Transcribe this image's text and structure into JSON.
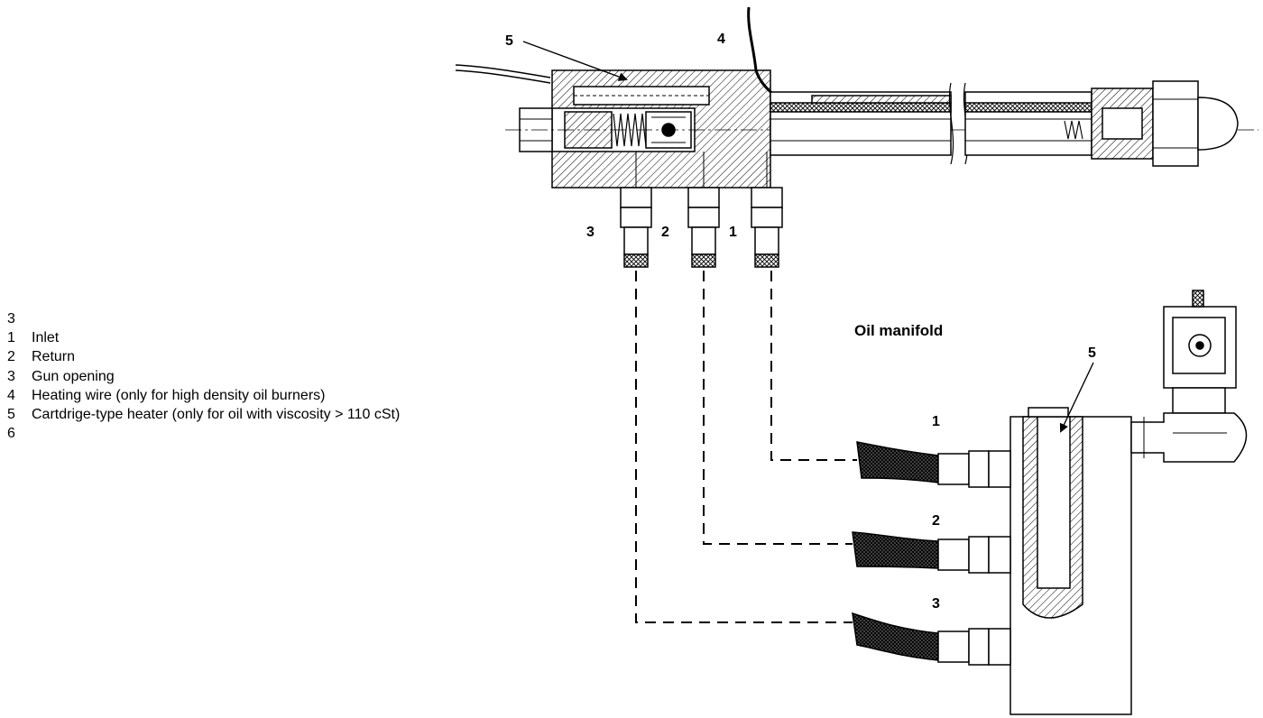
{
  "legend": {
    "items": [
      {
        "num": "3",
        "text": ""
      },
      {
        "num": "1",
        "text": "Inlet"
      },
      {
        "num": "2",
        "text": "Return"
      },
      {
        "num": "3",
        "text": "Gun opening"
      },
      {
        "num": "4",
        "text": "Heating wire (only for high density oil burners)"
      },
      {
        "num": "5",
        "text": "Cartdrige-type heater (only for oil with viscosity > 110 cSt)"
      },
      {
        "num": "6",
        "text": ""
      }
    ]
  },
  "diagram": {
    "manifold_title": "Oil manifold",
    "gun_callouts": {
      "c5": "5",
      "c4": "4",
      "c3": "3",
      "c2": "2",
      "c1": "1"
    },
    "manifold_callouts": {
      "c5": "5",
      "c1": "1",
      "c2": "2",
      "c3": "3"
    }
  }
}
